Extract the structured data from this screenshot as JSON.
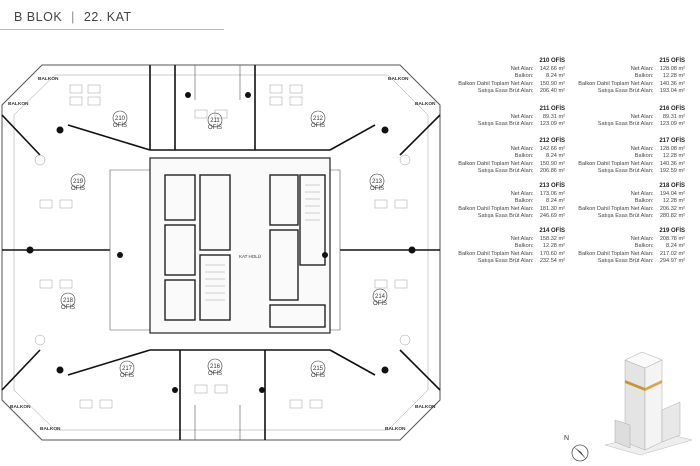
{
  "header": {
    "block": "B BLOK",
    "separator": "|",
    "floor": "22. KAT"
  },
  "plan": {
    "rooms": [
      {
        "num": "210",
        "type": "OFİS"
      },
      {
        "num": "211",
        "type": "OFİS"
      },
      {
        "num": "212",
        "type": "OFİS"
      },
      {
        "num": "213",
        "type": "OFİS"
      },
      {
        "num": "214",
        "type": "OFİS"
      },
      {
        "num": "215",
        "type": "OFİS"
      },
      {
        "num": "216",
        "type": "OFİS"
      },
      {
        "num": "217",
        "type": "OFİS"
      },
      {
        "num": "218",
        "type": "OFİS"
      },
      {
        "num": "219",
        "type": "OFİS"
      }
    ],
    "balcony_label": "BALKON",
    "core_label": "KAT HOLÜ"
  },
  "units_left": [
    {
      "title": "210 OFİS",
      "rows": [
        {
          "label": "Net Alan:",
          "value": "142.66 m²"
        },
        {
          "label": "Balkon:",
          "value": "8.24 m²"
        },
        {
          "label": "Balkon Dahil Toplam Net Alan:",
          "value": "150.90 m²"
        },
        {
          "label": "Satışa Esas Brüt Alan:",
          "value": "206.40 m²"
        }
      ]
    },
    {
      "title": "211 OFİS",
      "rows": [
        {
          "label": "Net Alan:",
          "value": "89.31 m²"
        },
        {
          "label": "Satışa Esas Brüt Alan:",
          "value": "123.09 m²"
        }
      ]
    },
    {
      "title": "212 OFİS",
      "rows": [
        {
          "label": "Net Alan:",
          "value": "142.66 m²"
        },
        {
          "label": "Balkon:",
          "value": "8.24 m²"
        },
        {
          "label": "Balkon Dahil Toplam Net Alan:",
          "value": "150.90 m²"
        },
        {
          "label": "Satışa Esas Brüt Alan:",
          "value": "206.86 m²"
        }
      ]
    },
    {
      "title": "213 OFİS",
      "rows": [
        {
          "label": "Net Alan:",
          "value": "173.06 m²"
        },
        {
          "label": "Balkon:",
          "value": "8.24 m²"
        },
        {
          "label": "Balkon Dahil Toplam Net Alan:",
          "value": "181.30 m²"
        },
        {
          "label": "Satışa Esas Brüt Alan:",
          "value": "246.69 m²"
        }
      ]
    },
    {
      "title": "214 OFİS",
      "rows": [
        {
          "label": "Net Alan:",
          "value": "158.32 m²"
        },
        {
          "label": "Balkon:",
          "value": "12.28 m²"
        },
        {
          "label": "Balkon Dahil Toplam Net Alan:",
          "value": "170.60 m²"
        },
        {
          "label": "Satışa Esas Brüt Alan:",
          "value": "232.54 m²"
        }
      ]
    }
  ],
  "units_right": [
    {
      "title": "215 OFİS",
      "rows": [
        {
          "label": "Net Alan:",
          "value": "128.08 m²"
        },
        {
          "label": "Balkon:",
          "value": "12.28 m²"
        },
        {
          "label": "Balkon Dahil Toplam Net Alan:",
          "value": "140.36 m²"
        },
        {
          "label": "Satışa Esas Brüt Alan:",
          "value": "193.04 m²"
        }
      ]
    },
    {
      "title": "216 OFİS",
      "rows": [
        {
          "label": "Net Alan:",
          "value": "89.31 m²"
        },
        {
          "label": "Satışa Esas Brüt Alan:",
          "value": "123.09 m²"
        }
      ]
    },
    {
      "title": "217 OFİS",
      "rows": [
        {
          "label": "Net Alan:",
          "value": "128.08 m²"
        },
        {
          "label": "Balkon:",
          "value": "12.28 m²"
        },
        {
          "label": "Balkon Dahil Toplam Net Alan:",
          "value": "140.36 m²"
        },
        {
          "label": "Satışa Esas Brüt Alan:",
          "value": "192.59 m²"
        }
      ]
    },
    {
      "title": "218 OFİS",
      "rows": [
        {
          "label": "Net Alan:",
          "value": "194.04 m²"
        },
        {
          "label": "Balkon:",
          "value": "12.28 m²"
        },
        {
          "label": "Balkon Dahil Toplam Net Alan:",
          "value": "206.32 m²"
        },
        {
          "label": "Satışa Esas Brüt Alan:",
          "value": "280.82 m²"
        }
      ]
    },
    {
      "title": "219 OFİS",
      "rows": [
        {
          "label": "Net Alan:",
          "value": "208.78 m²"
        },
        {
          "label": "Balkon:",
          "value": "8.24 m²"
        },
        {
          "label": "Balkon Dahil Toplam Net Alan:",
          "value": "217.02 m²"
        },
        {
          "label": "Satışa Esas Brüt Alan:",
          "value": "294.97 m²"
        }
      ]
    }
  ],
  "compass": {
    "north": "N"
  }
}
